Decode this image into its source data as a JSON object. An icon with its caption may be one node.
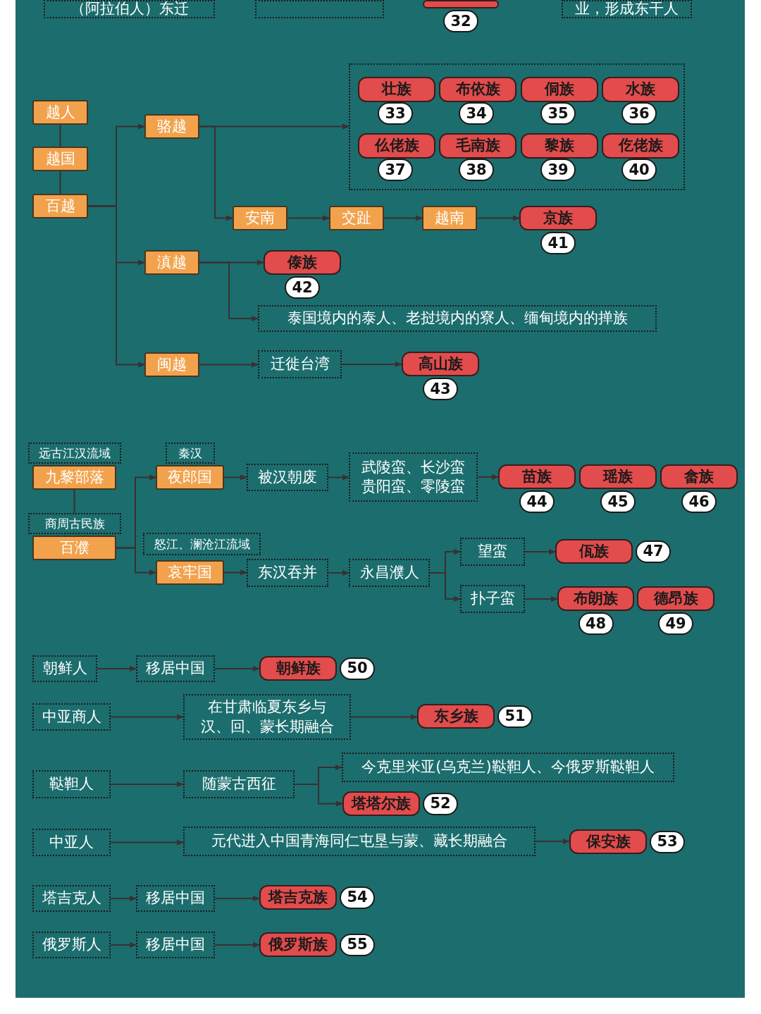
{
  "diagram": {
    "nodes": [
      {
        "text": [
          "（阿拉伯人）东迁"
        ]
      },
      {
        "text": [],
        "shape": "box"
      },
      {
        "text": [],
        "shape": "bar",
        "beside": [
          "32"
        ]
      },
      {
        "text": [
          "业，形成东干人"
        ]
      },
      {
        "text": [
          "越人"
        ]
      },
      {
        "text": [
          "越国"
        ]
      },
      {
        "text": [
          "百越"
        ]
      },
      {
        "text": [
          "骆越"
        ]
      },
      {
        "text": [],
        "shape": "box"
      },
      {
        "text": [
          "壮族"
        ],
        "in": 8,
        "beside": [
          "33"
        ]
      },
      {
        "text": [
          "布依族"
        ],
        "in": 8,
        "beside": [
          "34"
        ]
      },
      {
        "text": [
          "侗族"
        ],
        "in": 8,
        "beside": [
          "35"
        ]
      },
      {
        "text": [
          "水族"
        ],
        "in": 8,
        "beside": [
          "36"
        ]
      },
      {
        "text": [
          "仫佬族"
        ],
        "in": 8,
        "beside": [
          "37"
        ]
      },
      {
        "text": [
          "毛南族"
        ],
        "in": 8,
        "beside": [
          "38"
        ]
      },
      {
        "text": [
          "黎族"
        ],
        "in": 8,
        "beside": [
          "39"
        ]
      },
      {
        "text": [
          "仡佬族"
        ],
        "in": 8,
        "beside": [
          "40"
        ]
      },
      {
        "text": [
          "安南"
        ]
      },
      {
        "text": [
          "交趾"
        ]
      },
      {
        "text": [
          "越南"
        ]
      },
      {
        "text": [
          "京族"
        ],
        "beside": [
          "41"
        ]
      },
      {
        "text": [
          "滇越"
        ]
      },
      {
        "text": [
          "傣族"
        ],
        "beside": [
          "42"
        ]
      },
      {
        "text": [
          "泰国境内的泰人、老挝境内的寮人、缅甸境内的掸族"
        ]
      },
      {
        "text": [
          "闽越"
        ]
      },
      {
        "text": [
          "迁徙台湾"
        ]
      },
      {
        "text": [
          "高山族"
        ],
        "beside": [
          "43"
        ]
      },
      {
        "text": [
          "远古江汉流域"
        ]
      },
      {
        "text": [
          "九黎部落"
        ]
      },
      {
        "text": [
          "商周古民族"
        ]
      },
      {
        "text": [
          "百濮"
        ]
      },
      {
        "text": [
          "秦汉"
        ]
      },
      {
        "text": [
          "夜郎国"
        ]
      },
      {
        "text": [
          "怒江、澜沧江流域"
        ]
      },
      {
        "text": [
          "哀牢国"
        ]
      },
      {
        "text": [
          "被汉朝废"
        ]
      },
      {
        "text": [
          "武陵蛮、长沙蛮贵阳蛮、零陵蛮"
        ]
      },
      {
        "text": [
          "苗族"
        ],
        "beside": [
          "44"
        ]
      },
      {
        "text": [
          "瑶族"
        ],
        "beside": [
          "45"
        ]
      },
      {
        "text": [
          "畲族"
        ],
        "beside": [
          "46"
        ]
      },
      {
        "text": [
          "东汉吞并"
        ]
      },
      {
        "text": [
          "永昌濮人"
        ]
      },
      {
        "text": [
          "望蛮"
        ]
      },
      {
        "text": [
          "扑子蛮"
        ]
      },
      {
        "text": [
          "佤族"
        ],
        "beside": [
          "47"
        ]
      },
      {
        "text": [
          "布朗族"
        ],
        "beside": [
          "48"
        ]
      },
      {
        "text": [
          "德昂族"
        ],
        "beside": [
          "49"
        ]
      },
      {
        "text": [
          "朝鲜人"
        ]
      },
      {
        "text": [
          "移居中国"
        ]
      },
      {
        "text": [
          "朝鲜族"
        ],
        "beside": [
          "50"
        ]
      },
      {
        "text": [
          "中亚商人"
        ]
      },
      {
        "text": [
          "在甘肃临夏东乡与汉、回、蒙长期融合"
        ]
      },
      {
        "text": [
          "东乡族"
        ],
        "beside": [
          "51"
        ]
      },
      {
        "text": [
          "鞑靼人"
        ]
      },
      {
        "text": [
          "随蒙古西征"
        ]
      },
      {
        "text": [
          "今克里米亚(乌克兰)鞑靼人、今俄罗斯鞑靼人"
        ]
      },
      {
        "text": [
          "塔塔尔族"
        ],
        "beside": [
          "52"
        ]
      },
      {
        "text": [
          "中亚人"
        ]
      },
      {
        "text": [
          "元代进入中国青海同仁屯垦与蒙、藏长期融合"
        ]
      },
      {
        "text": [
          "保安族"
        ],
        "beside": [
          "53"
        ]
      },
      {
        "text": [
          "塔吉克人"
        ]
      },
      {
        "text": [
          "移居中国"
        ]
      },
      {
        "text": [
          "塔吉克族"
        ],
        "beside": [
          "54"
        ]
      },
      {
        "text": [
          "俄罗斯人"
        ]
      },
      {
        "text": [
          "移居中国"
        ]
      },
      {
        "text": [
          "俄罗斯族"
        ],
        "beside": [
          "55"
        ]
      }
    ],
    "edges": [
      {
        "from": 4,
        "to": 5,
        "arrow": "none"
      },
      {
        "from": 5,
        "to": 6,
        "arrow": "none"
      },
      {
        "from": 6,
        "to": 7,
        "arrow": "to"
      },
      {
        "from": 6,
        "to": 21,
        "arrow": "to"
      },
      {
        "from": 6,
        "to": 24,
        "arrow": "to"
      },
      {
        "from": 7,
        "to": 8,
        "arrow": "to"
      },
      {
        "from": 7,
        "to": 17,
        "arrow": "to"
      },
      {
        "from": 17,
        "to": 18,
        "arrow": "to"
      },
      {
        "from": 18,
        "to": 19,
        "arrow": "to"
      },
      {
        "from": 19,
        "to": 20,
        "arrow": "to"
      },
      {
        "from": 21,
        "to": 22,
        "arrow": "to"
      },
      {
        "from": 21,
        "to": 23,
        "arrow": "to"
      },
      {
        "from": 24,
        "to": 25,
        "arrow": "to"
      },
      {
        "from": 25,
        "to": 26,
        "arrow": "to"
      },
      {
        "from": 28,
        "to": 29,
        "arrow": "none"
      },
      {
        "from": 30,
        "to": 32,
        "arrow": "to"
      },
      {
        "from": 30,
        "to": 34,
        "arrow": "to"
      },
      {
        "from": 32,
        "to": 35,
        "arrow": "to"
      },
      {
        "from": 35,
        "to": 36,
        "arrow": "to"
      },
      {
        "from": 36,
        "to": 37,
        "arrow": "to"
      },
      {
        "from": 34,
        "to": 40,
        "arrow": "to"
      },
      {
        "from": 40,
        "to": 41,
        "arrow": "to"
      },
      {
        "from": 41,
        "to": 42,
        "arrow": "to"
      },
      {
        "from": 41,
        "to": 43,
        "arrow": "to"
      },
      {
        "from": 42,
        "to": 44,
        "arrow": "to"
      },
      {
        "from": 43,
        "to": 45,
        "arrow": "to"
      },
      {
        "from": 47,
        "to": 48,
        "arrow": "to"
      },
      {
        "from": 48,
        "to": 49,
        "arrow": "to"
      },
      {
        "from": 50,
        "to": 51,
        "arrow": "to"
      },
      {
        "from": 51,
        "to": 52,
        "arrow": "to"
      },
      {
        "from": 53,
        "to": 54,
        "arrow": "to"
      },
      {
        "from": 54,
        "to": 55,
        "arrow": "to"
      },
      {
        "from": 54,
        "to": 56,
        "arrow": "to"
      },
      {
        "from": 57,
        "to": 58,
        "arrow": "to"
      },
      {
        "from": 58,
        "to": 59,
        "arrow": "to"
      },
      {
        "from": 60,
        "to": 61,
        "arrow": "to"
      },
      {
        "from": 61,
        "to": 62,
        "arrow": "to"
      },
      {
        "from": 63,
        "to": 64,
        "arrow": "to"
      },
      {
        "from": 64,
        "to": 65,
        "arrow": "to"
      }
    ]
  }
}
